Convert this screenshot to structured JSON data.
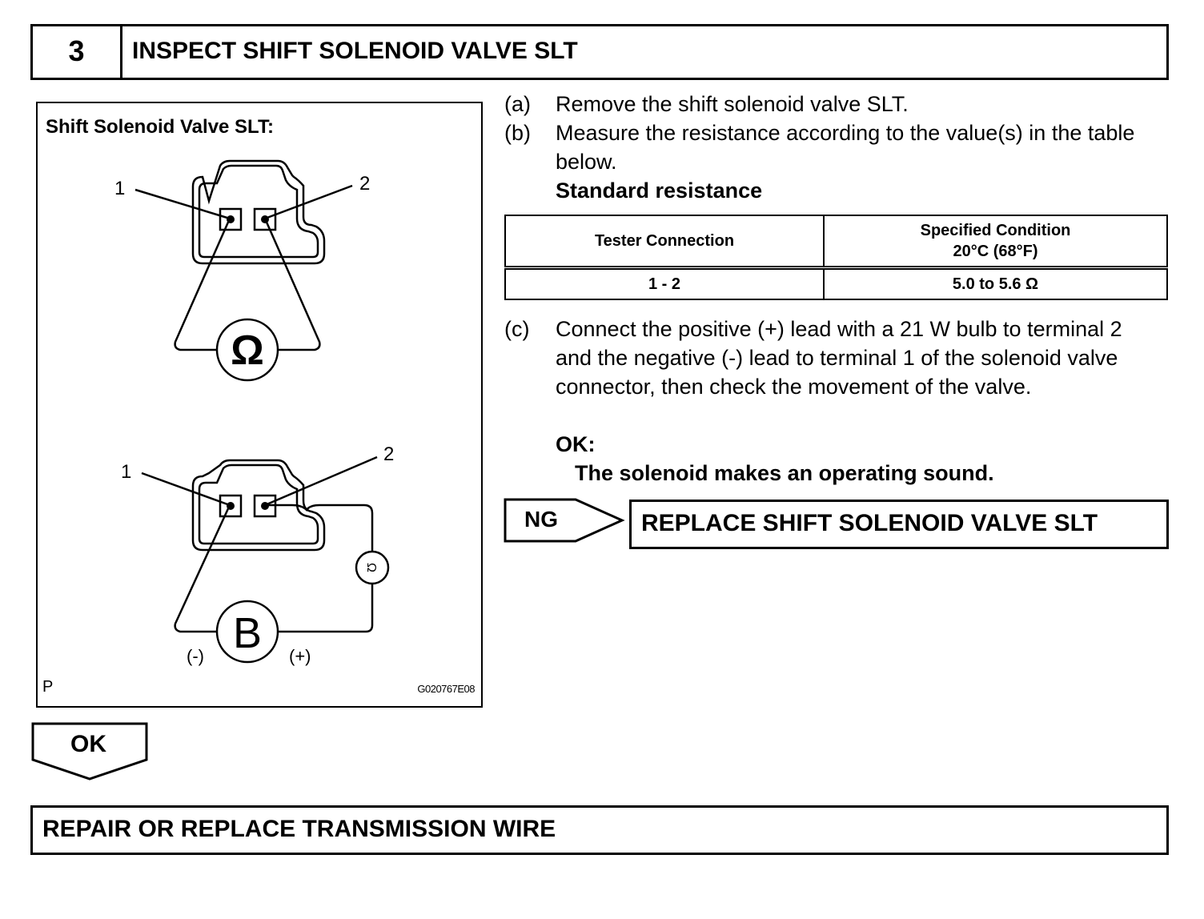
{
  "header": {
    "step_number": "3",
    "title": "INSPECT SHIFT SOLENOID VALVE SLT"
  },
  "figure": {
    "title": "Shift Solenoid Valve SLT:",
    "top_diagram": {
      "terminal_1": "1",
      "terminal_2": "2",
      "meter_symbol": "Ω"
    },
    "bottom_diagram": {
      "terminal_1": "1",
      "terminal_2": "2",
      "bulb_symbol": "Ω",
      "battery_symbol": "B",
      "negative": "(-)",
      "positive": "(+)"
    },
    "corner_label": "P",
    "code": "G020767E08"
  },
  "steps": {
    "a_label": "(a)",
    "a_text": "Remove the shift solenoid valve SLT.",
    "b_label": "(b)",
    "b_text": "Measure the resistance according to the value(s) in the table below.",
    "standard_heading": "Standard resistance",
    "c_label": "(c)",
    "c_text": "Connect the positive (+) lead with a 21 W bulb to terminal 2 and the negative (-) lead to terminal 1 of the solenoid valve connector, then check the movement of the valve.",
    "ok_heading": "OK:",
    "ok_text": "The solenoid makes an operating sound."
  },
  "table": {
    "col1_header": "Tester Connection",
    "col2_header_line1": "Specified Condition",
    "col2_header_line2": "20°C (68°F)",
    "rows": [
      {
        "connection": "1 - 2",
        "condition": "5.0 to 5.6 Ω"
      }
    ]
  },
  "ng": {
    "label": "NG",
    "action": "REPLACE SHIFT SOLENOID VALVE SLT"
  },
  "ok": {
    "label": "OK",
    "action": "REPAIR OR REPLACE TRANSMISSION WIRE"
  }
}
